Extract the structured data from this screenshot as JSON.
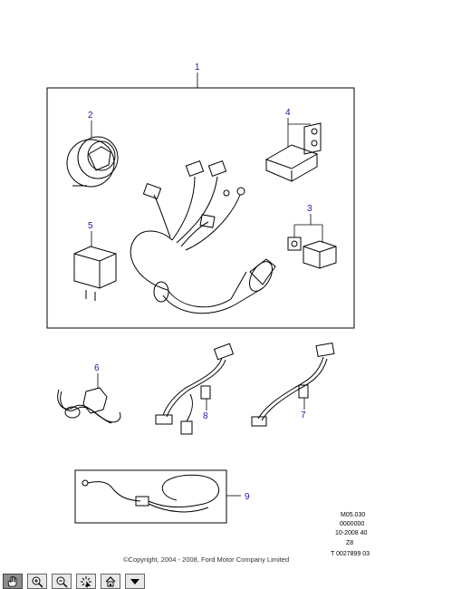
{
  "callouts": {
    "c1": "1",
    "c2": "2",
    "c3": "3",
    "c4": "4",
    "c5": "5",
    "c6": "6",
    "c7": "7",
    "c8": "8",
    "c9": "9"
  },
  "reference": {
    "line1": "M05.030",
    "line2": "0000000",
    "line3": "10-2008 40",
    "line4": "Z8",
    "line5": "T 0027899 03"
  },
  "copyright": "©Copyright, 2004 - 2008, Ford Motor Company Limited",
  "toolbar": {
    "items": [
      {
        "icon": "pan-hand-icon",
        "active": true
      },
      {
        "icon": "zoom-in-icon"
      },
      {
        "icon": "zoom-out-icon"
      },
      {
        "icon": "select-pointer-icon"
      },
      {
        "icon": "home-icon"
      },
      {
        "icon": "dropdown-arrow-icon"
      }
    ]
  }
}
